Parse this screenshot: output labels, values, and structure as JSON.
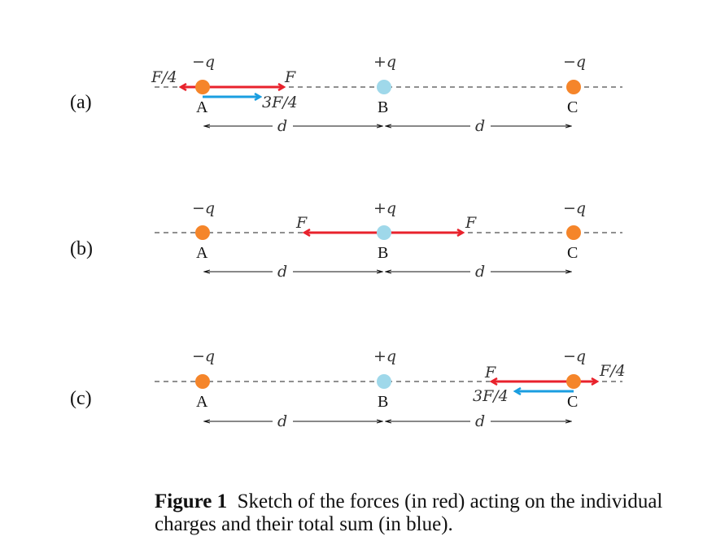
{
  "colors": {
    "negative_charge": "#f5852a",
    "positive_charge": "#9fd8ea",
    "force": "#e8222c",
    "net_force": "#1a9ee0"
  },
  "points": {
    "a": "A",
    "b": "B",
    "c": "C"
  },
  "charges": {
    "neg": "−q",
    "pos": "+q"
  },
  "distance": "d",
  "panels": [
    {
      "label": "(a)",
      "forces": {
        "left": "F/4",
        "right": "F",
        "net": "3F/4"
      }
    },
    {
      "label": "(b)",
      "forces": {
        "left": "F",
        "right": "F"
      }
    },
    {
      "label": "(c)",
      "forces": {
        "left": "F",
        "right": "F/4",
        "net": "3F/4"
      }
    }
  ],
  "caption": {
    "prefix": "Figure 1",
    "text": "Sketch of the forces (in red) acting on the individual charges and their total sum (in blue)."
  }
}
